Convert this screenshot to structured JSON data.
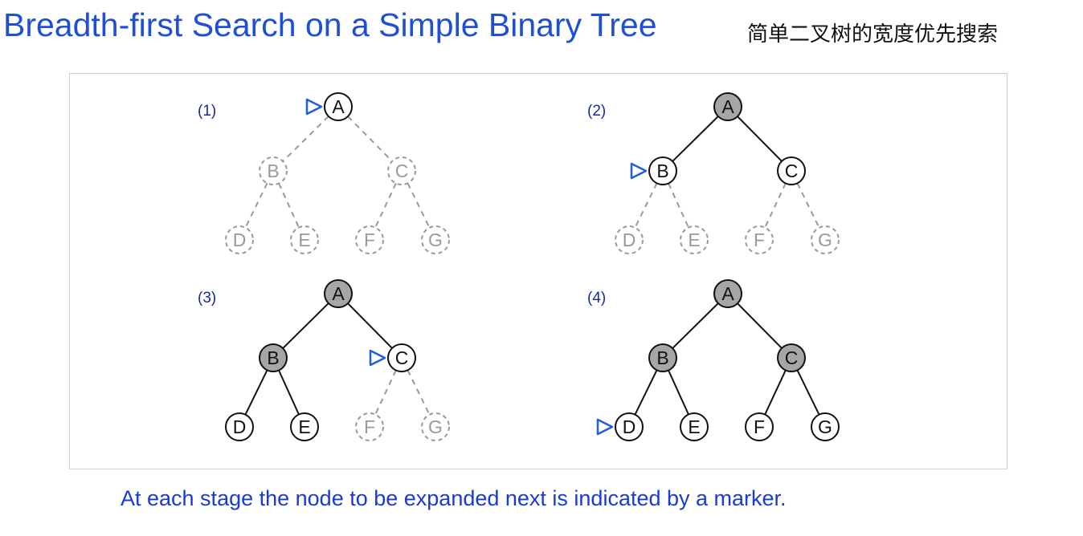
{
  "title": "Breadth-first Search on a Simple Binary Tree",
  "subtitle": "简单二叉树的宽度优先搜索",
  "caption": "At each stage the node to be expanded next is indicated by a marker.",
  "colors": {
    "title": "#1f4fd8",
    "caption": "#1a3ad6",
    "stage_label": "#1a2a9c",
    "marker": "#1f5fe0",
    "expanded_fill": "#a6a6a6",
    "frontier_fill": "#ffffff",
    "unexplored_stroke": "#9a9a9a",
    "panel_border": "#cfcfcf"
  },
  "tree": {
    "nodes": [
      "A",
      "B",
      "C",
      "D",
      "E",
      "F",
      "G"
    ],
    "edges": [
      [
        "A",
        "B"
      ],
      [
        "A",
        "C"
      ],
      [
        "B",
        "D"
      ],
      [
        "B",
        "E"
      ],
      [
        "C",
        "F"
      ],
      [
        "C",
        "G"
      ]
    ]
  },
  "stages": [
    {
      "label": "(1)",
      "expanded": [],
      "frontier": [
        "A"
      ],
      "marker": "A"
    },
    {
      "label": "(2)",
      "expanded": [
        "A"
      ],
      "frontier": [
        "B",
        "C"
      ],
      "marker": "B"
    },
    {
      "label": "(3)",
      "expanded": [
        "A",
        "B"
      ],
      "frontier": [
        "C",
        "D",
        "E"
      ],
      "marker": "C"
    },
    {
      "label": "(4)",
      "expanded": [
        "A",
        "B",
        "C"
      ],
      "frontier": [
        "D",
        "E",
        "F",
        "G"
      ],
      "marker": "D"
    }
  ]
}
